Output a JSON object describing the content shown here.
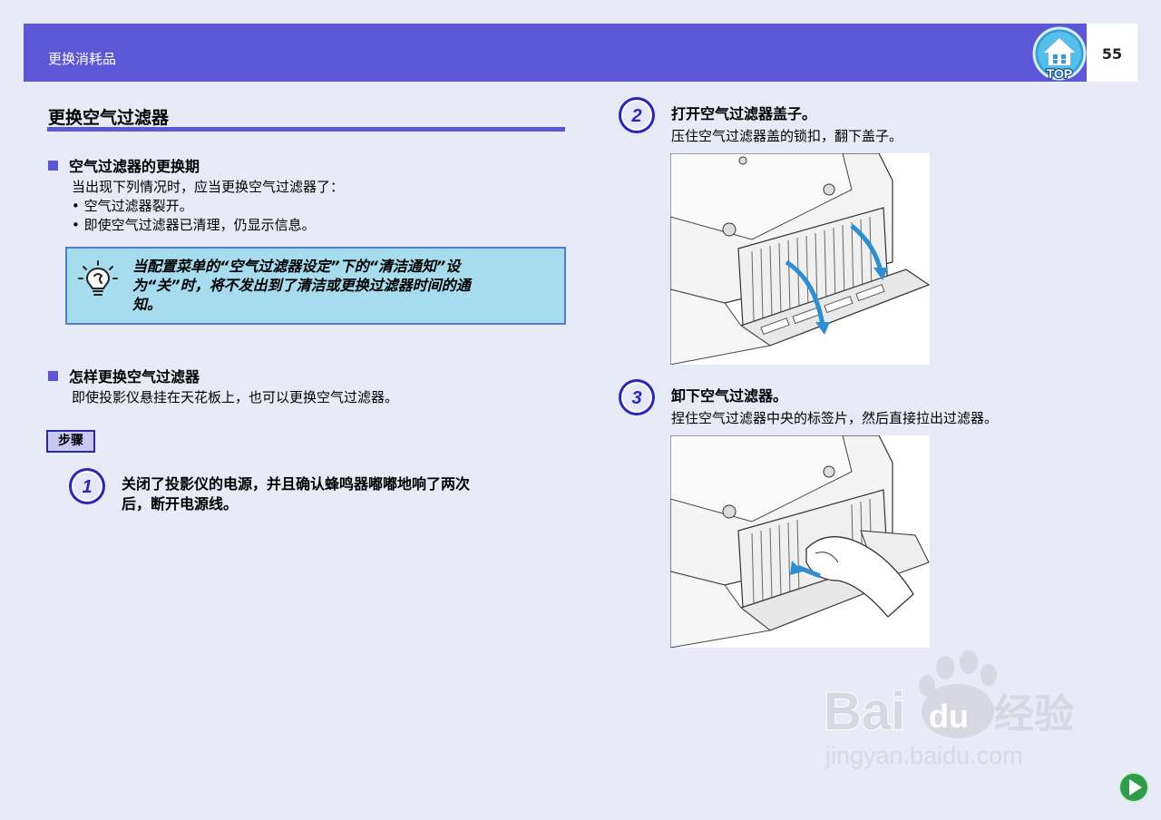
{
  "header": {
    "title": "更换消耗品",
    "page_number": "55",
    "top_icon_label": "TOP"
  },
  "section": {
    "title": "更换空气过滤器"
  },
  "replacement_period": {
    "heading": "空气过滤器的更换期",
    "intro": "当出现下列情况时，应当更换空气过滤器了：",
    "bullets": [
      "• 空气过滤器裂开。",
      "• 即使空气过滤器已清理，仍显示信息。"
    ]
  },
  "note": {
    "lines": [
      "当配置菜单的“空气过滤器设定”下的“清洁通知”设",
      "为“关”时，将不发出到了清洁或更换过滤器时间的通",
      "知。"
    ]
  },
  "how_to": {
    "heading": "怎样更换空气过滤器",
    "text": "即使投影仪悬挂在天花板上，也可以更换空气过滤器。"
  },
  "steps_label": "步骤",
  "steps": [
    {
      "number": "1",
      "lines": [
        "关闭了投影仪的电源，并且确认蜂鸣器嘟嘟地响了两次",
        "后，断开电源线。"
      ]
    },
    {
      "number": "2",
      "title": "打开空气过滤器盖子。",
      "desc": "压住空气过滤器盖的锁扣，翻下盖子。"
    },
    {
      "number": "3",
      "title": "卸下空气过滤器。",
      "desc": "捏住空气过滤器中央的标签片，然后直接拉出过滤器。"
    }
  ],
  "watermark": {
    "brand": "Bai",
    "brand_du": "du",
    "brand_cn": "经验",
    "url": "jingyan.baidu.com"
  },
  "colors": {
    "header": "#5b57d6",
    "note_bg": "#a6dcee",
    "note_border": "#4d7fc6",
    "step_circle": "#2a27b8"
  }
}
